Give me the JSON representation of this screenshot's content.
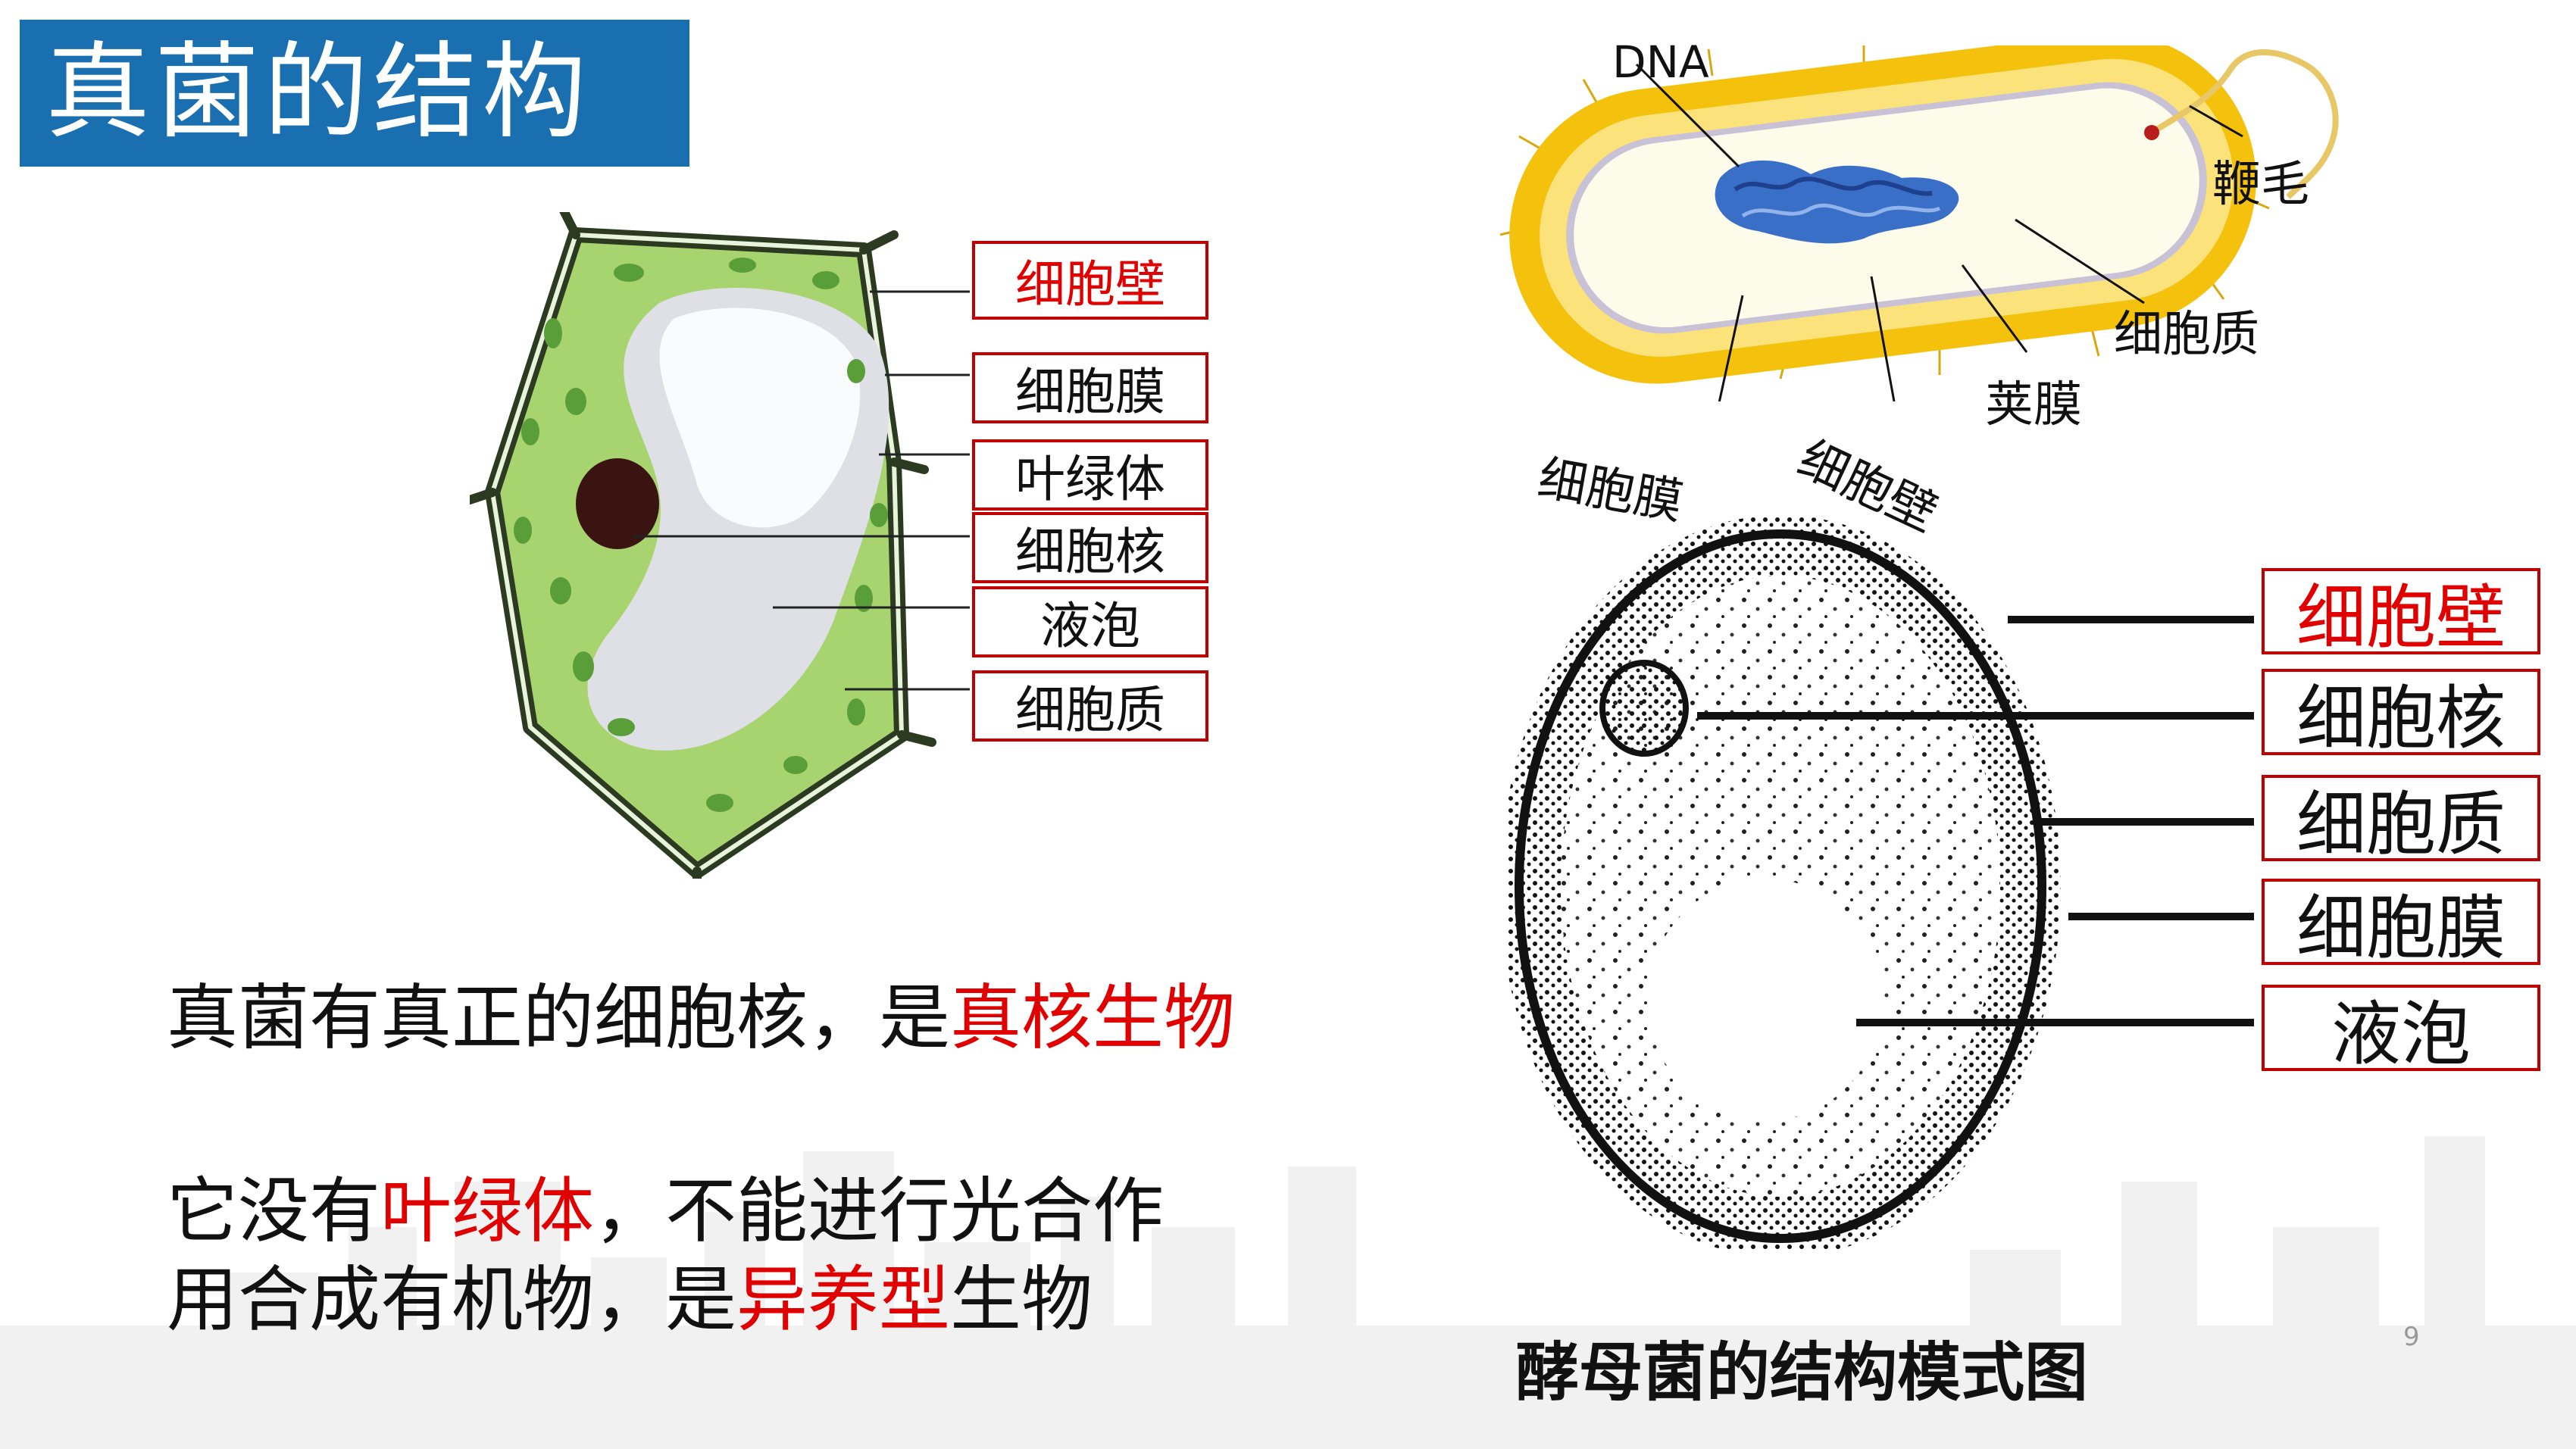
{
  "title": "真菌的结构",
  "plant_cell_labels": [
    "细胞壁",
    "细胞膜",
    "叶绿体",
    "细胞核",
    "液泡",
    "细胞质"
  ],
  "bacteria_labels": {
    "dna": "DNA",
    "flagellum": "鞭毛",
    "cytoplasm": "细胞质",
    "capsule": "荚膜",
    "cell_wall": "细胞壁",
    "cell_membrane": "细胞膜"
  },
  "yeast_labels": [
    "细胞壁",
    "细胞核",
    "细胞质",
    "细胞膜",
    "液泡"
  ],
  "yeast_caption": "酵母菌的结构模式图",
  "paragraph1": {
    "normal": "真菌有真正的细胞核，是",
    "highlight": "真核生物"
  },
  "paragraph2": {
    "line1_a": "它没有",
    "line1_highlight": "叶绿体",
    "line1_b": "，不能进行光合作",
    "line2_a": "用合成有机物，是",
    "line2_highlight": "异养型",
    "line2_b": "生物"
  },
  "page_number": "9",
  "colors": {
    "title_bg": "#1a6fb1",
    "highlight": "#e00000",
    "label_blue": "#3b3ba8",
    "cell_green": "#a8d470"
  }
}
